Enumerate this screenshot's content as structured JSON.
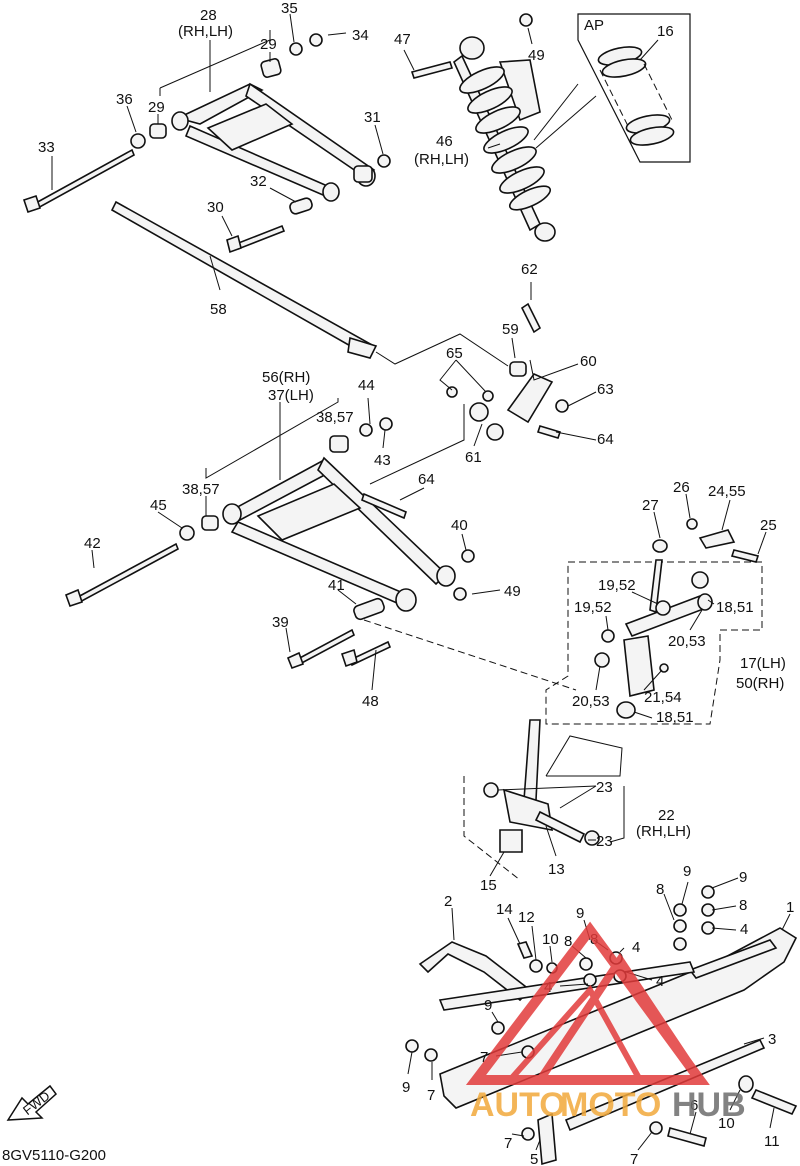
{
  "diagram_code": "8GV5110-G200",
  "fwd_label": "FWD",
  "ap_label": "AP",
  "watermark": {
    "part1": "AUTO",
    "part2": "MOTO",
    "part3": "HUB",
    "color_red": "#e23b3b",
    "color_orange": "#f2a93b",
    "color_gray": "#6d6d6d"
  },
  "callouts": [
    {
      "id": "c28",
      "text": "28"
    },
    {
      "id": "c28s",
      "text": "(RH,LH)"
    },
    {
      "id": "c35",
      "text": "35"
    },
    {
      "id": "c34",
      "text": "34"
    },
    {
      "id": "c29a",
      "text": "29"
    },
    {
      "id": "c36",
      "text": "36"
    },
    {
      "id": "c29b",
      "text": "29"
    },
    {
      "id": "c31",
      "text": "31"
    },
    {
      "id": "c33",
      "text": "33"
    },
    {
      "id": "c32",
      "text": "32"
    },
    {
      "id": "c30",
      "text": "30"
    },
    {
      "id": "c58",
      "text": "58"
    },
    {
      "id": "c47",
      "text": "47"
    },
    {
      "id": "c49a",
      "text": "49"
    },
    {
      "id": "c16",
      "text": "16"
    },
    {
      "id": "c46",
      "text": "46"
    },
    {
      "id": "c46s",
      "text": "(RH,LH)"
    },
    {
      "id": "c62",
      "text": "62"
    },
    {
      "id": "c59",
      "text": "59"
    },
    {
      "id": "c60",
      "text": "60"
    },
    {
      "id": "c65",
      "text": "65"
    },
    {
      "id": "c63",
      "text": "63"
    },
    {
      "id": "c64a",
      "text": "64"
    },
    {
      "id": "c61",
      "text": "61"
    },
    {
      "id": "c56",
      "text": "56(RH)"
    },
    {
      "id": "c37",
      "text": "37(LH)"
    },
    {
      "id": "c44",
      "text": "44"
    },
    {
      "id": "c3857a",
      "text": "38,57"
    },
    {
      "id": "c43",
      "text": "43"
    },
    {
      "id": "c64b",
      "text": "64"
    },
    {
      "id": "c3857b",
      "text": "38,57"
    },
    {
      "id": "c45",
      "text": "45"
    },
    {
      "id": "c42",
      "text": "42"
    },
    {
      "id": "c40",
      "text": "40"
    },
    {
      "id": "c49b",
      "text": "49"
    },
    {
      "id": "c41",
      "text": "41"
    },
    {
      "id": "c39",
      "text": "39"
    },
    {
      "id": "c48",
      "text": "48"
    },
    {
      "id": "c27",
      "text": "27"
    },
    {
      "id": "c26",
      "text": "26"
    },
    {
      "id": "c2455",
      "text": "24,55"
    },
    {
      "id": "c25",
      "text": "25"
    },
    {
      "id": "c1952a",
      "text": "19,52"
    },
    {
      "id": "c1952b",
      "text": "19,52"
    },
    {
      "id": "c1851a",
      "text": "18,51"
    },
    {
      "id": "c2053a",
      "text": "20,53"
    },
    {
      "id": "c17",
      "text": "17(LH)"
    },
    {
      "id": "c50",
      "text": "50(RH)"
    },
    {
      "id": "c2154",
      "text": "21,54"
    },
    {
      "id": "c2053b",
      "text": "20,53"
    },
    {
      "id": "c1851b",
      "text": "18,51"
    },
    {
      "id": "c23a",
      "text": "23"
    },
    {
      "id": "c22",
      "text": "22"
    },
    {
      "id": "c22s",
      "text": "(RH,LH)"
    },
    {
      "id": "c23b",
      "text": "23"
    },
    {
      "id": "c13",
      "text": "13"
    },
    {
      "id": "c15",
      "text": "15"
    },
    {
      "id": "c8a",
      "text": "8"
    },
    {
      "id": "c9a",
      "text": "9"
    },
    {
      "id": "c9b",
      "text": "9"
    },
    {
      "id": "c8b",
      "text": "8"
    },
    {
      "id": "c4a",
      "text": "4"
    },
    {
      "id": "c1",
      "text": "1"
    },
    {
      "id": "c2",
      "text": "2"
    },
    {
      "id": "c14",
      "text": "14"
    },
    {
      "id": "c12",
      "text": "12"
    },
    {
      "id": "c10a",
      "text": "10"
    },
    {
      "id": "c9c",
      "text": "9"
    },
    {
      "id": "c8c",
      "text": "8"
    },
    {
      "id": "c8d",
      "text": "8"
    },
    {
      "id": "c4b",
      "text": "4"
    },
    {
      "id": "c4c",
      "text": "4"
    },
    {
      "id": "c4d",
      "text": "4"
    },
    {
      "id": "c9d",
      "text": "9"
    },
    {
      "id": "c7a",
      "text": "7"
    },
    {
      "id": "c3",
      "text": "3"
    },
    {
      "id": "c9e",
      "text": "9"
    },
    {
      "id": "c7b",
      "text": "7"
    },
    {
      "id": "c6",
      "text": "6"
    },
    {
      "id": "c10b",
      "text": "10"
    },
    {
      "id": "c11",
      "text": "11"
    },
    {
      "id": "c7c",
      "text": "7"
    },
    {
      "id": "c7d",
      "text": "7"
    },
    {
      "id": "c5",
      "text": "5"
    }
  ]
}
